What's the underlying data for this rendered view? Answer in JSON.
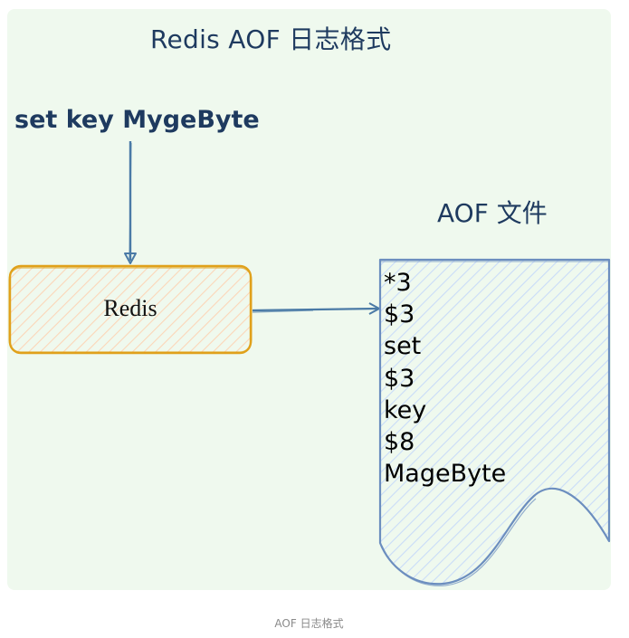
{
  "diagram": {
    "title": "Redis AOF 日志格式",
    "command": "set key MygeByte",
    "redis_box_label": "Redis",
    "aof_file_label": "AOF 文件",
    "aof_file_lines": [
      "*3",
      "$3",
      "set",
      "$3",
      "key",
      "$8",
      "MageByte"
    ],
    "colors": {
      "background": "#eff9ee",
      "text_primary": "#1e3a5f",
      "redis_box_stroke": "#e0a11b",
      "redis_box_hatch": "#fbd6b8",
      "aof_stroke": "#6c8ebf",
      "aof_hatch": "#c9dcf8",
      "arrow": "#4a7aa6"
    }
  },
  "caption": "AOF 日志格式"
}
